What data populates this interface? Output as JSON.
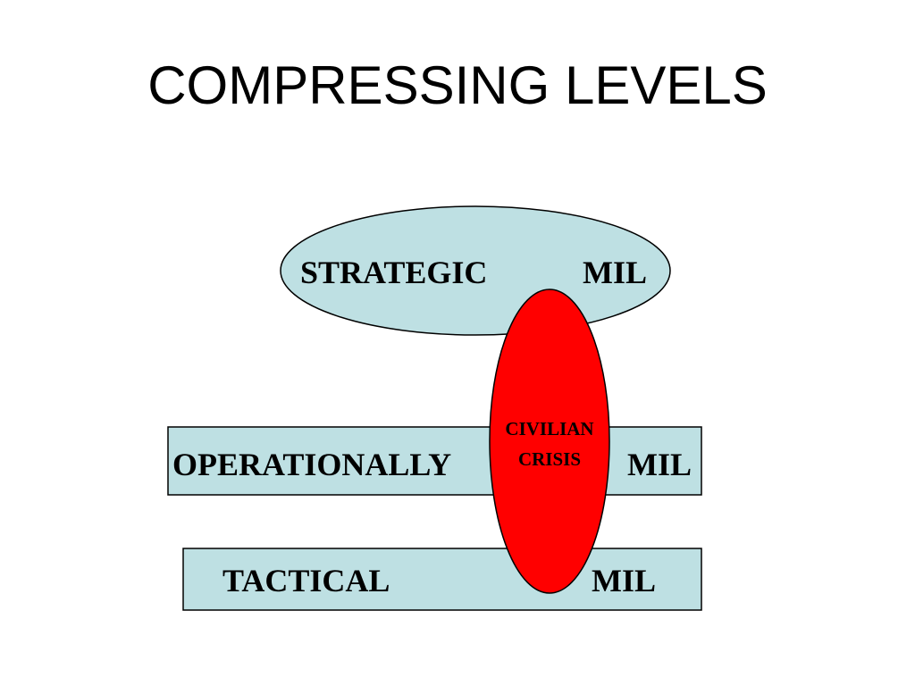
{
  "title": "COMPRESSING LEVELS",
  "colors": {
    "level_fill": "#BEE0E3",
    "crisis_fill": "#FF0000",
    "outline": "#000000"
  },
  "levels": {
    "strategic": {
      "label": "STRATEGIC",
      "mil": "MIL"
    },
    "operational": {
      "label": "OPERATIONALLY",
      "mil": "MIL"
    },
    "tactical": {
      "label": "TACTICAL",
      "mil": "MIL"
    }
  },
  "crisis": {
    "line1": "CIVILIAN",
    "line2": "CRISIS"
  }
}
